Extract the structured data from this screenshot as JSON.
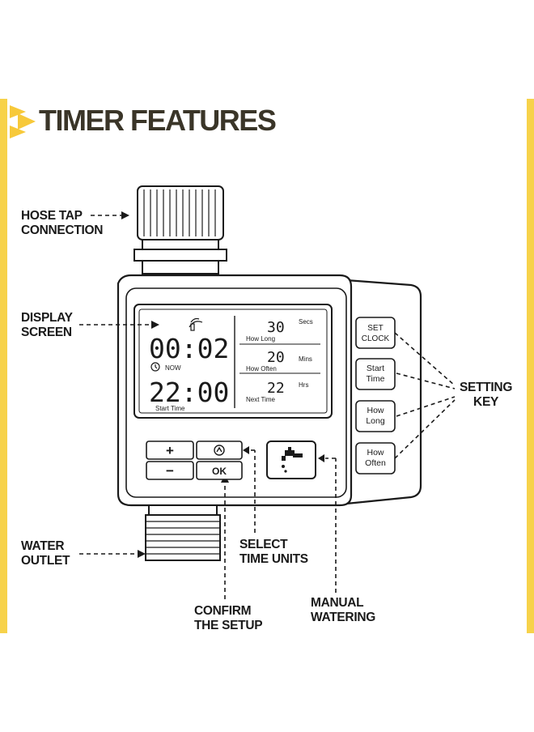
{
  "title": "TIMER FEATURES",
  "accent_color": "#f7d24a",
  "labels": {
    "hose_tap_line1": "HOSE TAP",
    "hose_tap_line2": "CONNECTION",
    "display_line1": "DISPLAY",
    "display_line2": "SCREEN",
    "water_outlet_line1": "WATER",
    "water_outlet_line2": "OUTLET",
    "select_line1": "SELECT",
    "select_line2": "TIME UNITS",
    "confirm_line1": "CONFIRM",
    "confirm_line2": "THE SETUP",
    "manual_line1": "MANUAL",
    "manual_line2": "WATERING",
    "setting_line1": "SETTING",
    "setting_line2": "KEY"
  },
  "display": {
    "now_time": "00:02",
    "now_label": "NOW",
    "start_time": "22:00",
    "start_label": "Start Time",
    "how_long_value": "30",
    "how_long_unit": "Secs",
    "how_long_label": "How Long",
    "how_often_value": "20",
    "how_often_unit": "Mins",
    "how_often_label": "How Often",
    "next_time_value": "22",
    "next_time_unit": "Hrs",
    "next_time_label": "Next Time"
  },
  "buttons": {
    "plus": "+",
    "minus": "−",
    "ok": "OK",
    "set_clock_line1": "SET",
    "set_clock_line2": "CLOCK",
    "start_time_line1": "Start",
    "start_time_line2": "Time",
    "how_long_line1": "How",
    "how_long_line2": "Long",
    "how_often_line1": "How",
    "how_often_line2": "Often"
  },
  "icons": [
    "arrow-chevron-icon",
    "sprinkler-icon",
    "clock-icon",
    "cycle-icon",
    "faucet-icon"
  ]
}
